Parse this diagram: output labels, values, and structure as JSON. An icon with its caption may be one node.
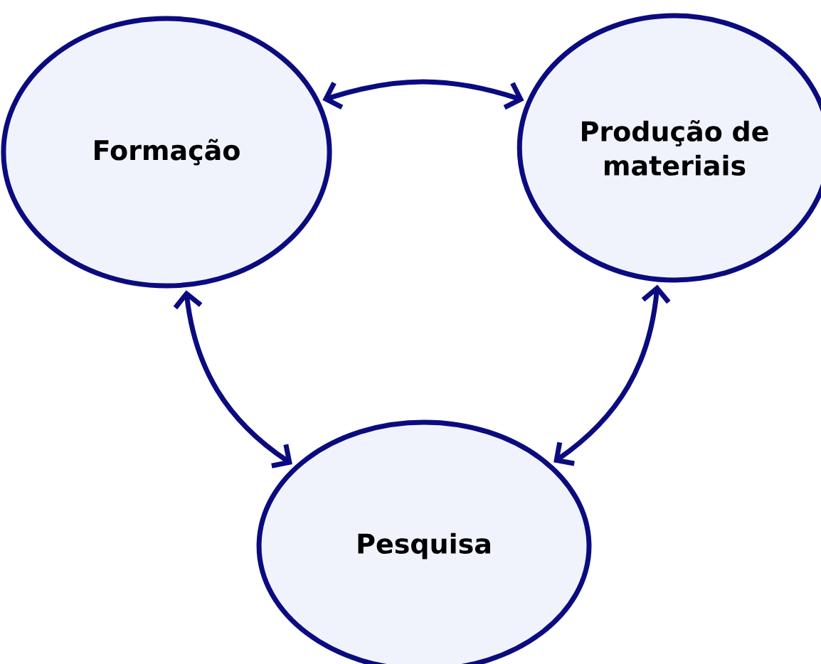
{
  "diagram": {
    "nodes": [
      {
        "text": [
          "Formação"
        ]
      },
      {
        "text": [
          "Produção de materiais"
        ]
      },
      {
        "text": [
          "Pesquisa"
        ]
      }
    ],
    "edges": [
      {
        "from": 0,
        "to": 1,
        "arrow": "both"
      },
      {
        "from": 0,
        "to": 2,
        "arrow": "both"
      },
      {
        "from": 1,
        "to": 2,
        "arrow": "both"
      }
    ]
  }
}
